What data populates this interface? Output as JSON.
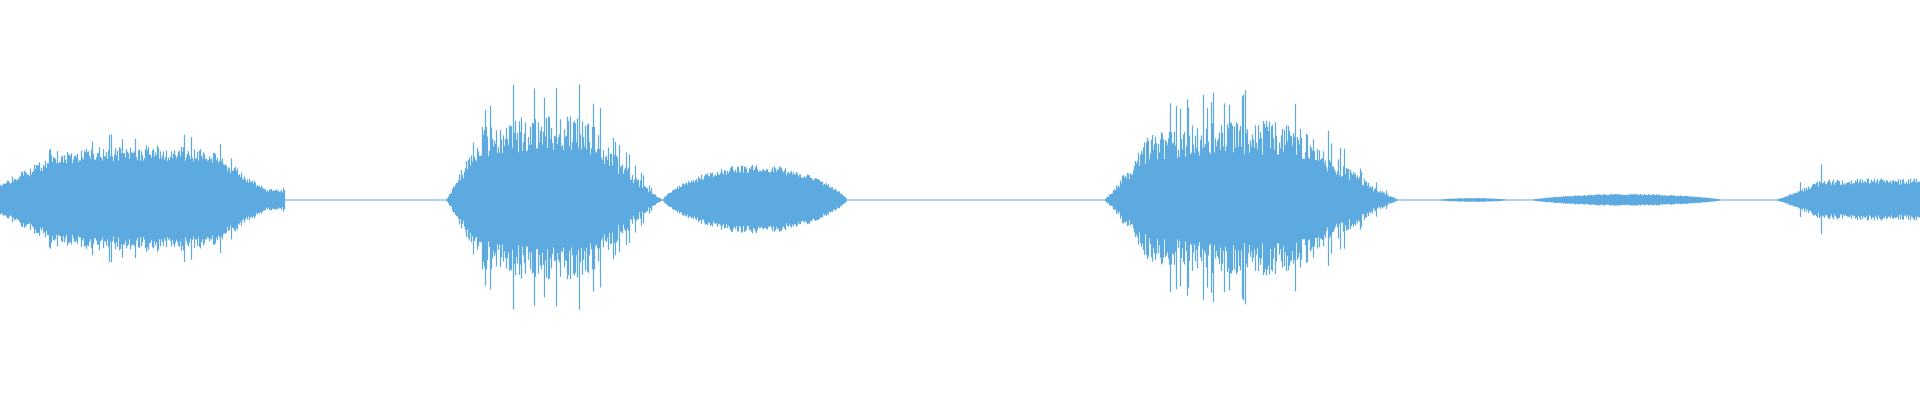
{
  "waveform": {
    "color": "#5daae1",
    "background": "#ffffff",
    "segments": [
      {
        "start": 0.0,
        "end": 0.148,
        "peak": 0.26,
        "shape": "sustain"
      },
      {
        "start": 0.232,
        "end": 0.345,
        "peak": 0.41,
        "shape": "burst"
      },
      {
        "start": 0.345,
        "end": 0.441,
        "peak": 0.17,
        "shape": "soft"
      },
      {
        "start": 0.575,
        "end": 0.728,
        "peak": 0.38,
        "shape": "burst"
      },
      {
        "start": 0.748,
        "end": 0.786,
        "peak": 0.01,
        "shape": "soft"
      },
      {
        "start": 0.797,
        "end": 0.897,
        "peak": 0.03,
        "shape": "soft"
      },
      {
        "start": 0.924,
        "end": 1.0,
        "peak": 0.1,
        "shape": "tail"
      }
    ]
  }
}
